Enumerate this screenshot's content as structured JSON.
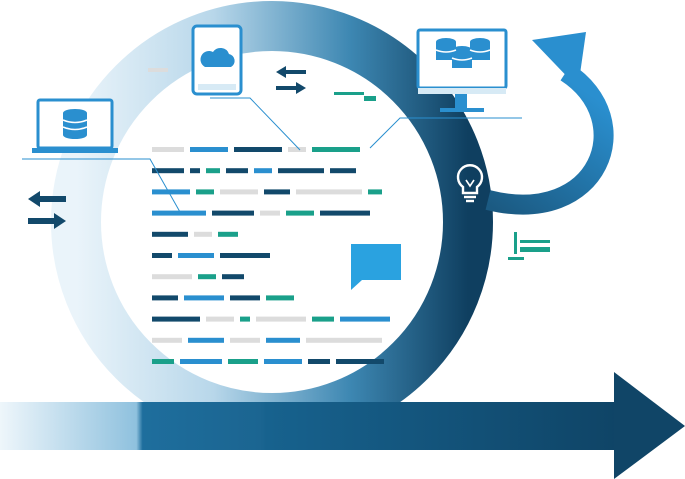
{
  "illustration": {
    "colors": {
      "navy": "#12496b",
      "blue": "#2a8fcf",
      "bright_blue": "#2aa2e0",
      "teal": "#1aa08a",
      "light_gray": "#dcdcdc",
      "ring_light": "#d4e8f3",
      "ring_dark": "#124e73",
      "white": "#ffffff"
    },
    "icons": [
      "laptop-database-icon",
      "tablet-cloud-icon",
      "monitor-database-icon",
      "lightbulb-icon",
      "chat-bubble-icon",
      "sync-arrows-icon",
      "cycle-arrow-icon",
      "progress-arrow-icon"
    ],
    "code_lines": [
      [
        [
          "l",
          32
        ],
        [
          "b",
          38
        ],
        [
          "n",
          48
        ],
        [
          "l",
          18
        ],
        [
          "t",
          48
        ]
      ],
      [
        [
          "n",
          32
        ],
        [
          "n",
          10
        ],
        [
          "t",
          14
        ],
        [
          "n",
          22
        ],
        [
          "b",
          18
        ],
        [
          "n",
          46
        ],
        [
          "n",
          26
        ]
      ],
      [
        [
          "b",
          38
        ],
        [
          "t",
          18
        ],
        [
          "l",
          38
        ],
        [
          "n",
          26
        ],
        [
          "l",
          66
        ],
        [
          "t",
          14
        ]
      ],
      [
        [
          "b",
          54
        ],
        [
          "n",
          42
        ],
        [
          "l",
          20
        ],
        [
          "t",
          28
        ],
        [
          "n",
          50
        ]
      ],
      [
        [
          "n",
          36
        ],
        [
          "l",
          18
        ],
        [
          "t",
          20
        ]
      ],
      [
        [
          "n",
          20
        ],
        [
          "b",
          36
        ],
        [
          "n",
          50
        ]
      ],
      [
        [
          "l",
          40
        ],
        [
          "t",
          18
        ],
        [
          "n",
          22
        ]
      ],
      [
        [
          "n",
          26
        ],
        [
          "b",
          40
        ],
        [
          "n",
          30
        ],
        [
          "t",
          28
        ]
      ],
      [
        [
          "n",
          48
        ],
        [
          "l",
          28
        ],
        [
          "t",
          10
        ],
        [
          "l",
          50
        ],
        [
          "t",
          22
        ],
        [
          "b",
          50
        ]
      ],
      [
        [
          "l",
          30
        ],
        [
          "b",
          36
        ],
        [
          "l",
          30
        ],
        [
          "b",
          34
        ],
        [
          "l",
          76
        ]
      ],
      [
        [
          "t",
          22
        ],
        [
          "b",
          42
        ],
        [
          "t",
          30
        ],
        [
          "b",
          38
        ],
        [
          "n",
          22
        ],
        [
          "n",
          48
        ]
      ]
    ]
  }
}
